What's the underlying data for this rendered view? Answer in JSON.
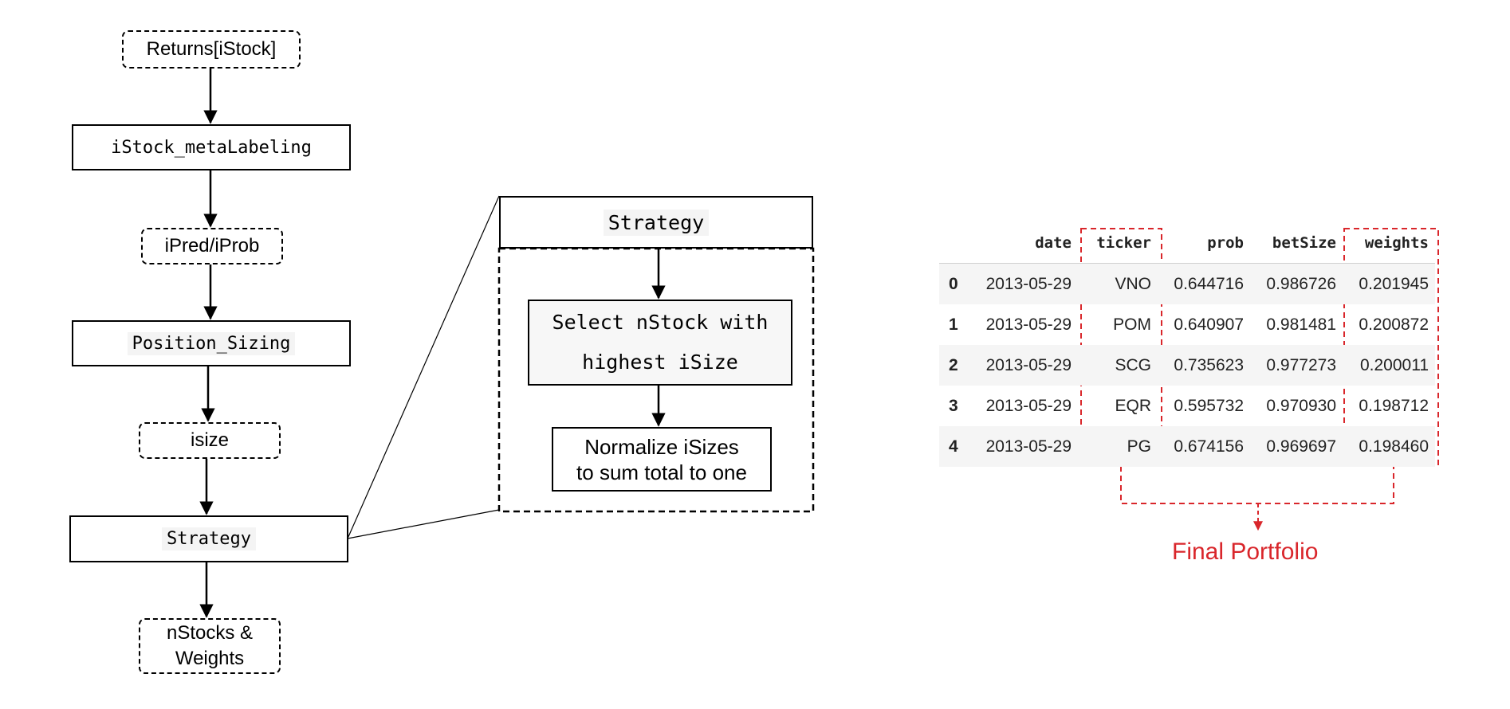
{
  "flow": {
    "returns": "Returns[iStock]",
    "meta_labeling": "iStock_metaLabeling",
    "pred_prob": "iPred/iProb",
    "position_sizing": "Position_Sizing",
    "isize": "isize",
    "strategy": "Strategy",
    "output_line1": "nStocks &",
    "output_line2": "Weights"
  },
  "detail": {
    "title": "Strategy",
    "select_line1": "Select nStock with",
    "select_line2": "highest iSize",
    "normalize_line1": "Normalize iSizes",
    "normalize_line2": "to sum total to one"
  },
  "table": {
    "headers": [
      "",
      "date",
      "ticker",
      "prob",
      "betSize",
      "weights"
    ],
    "rows": [
      [
        "0",
        "2013-05-29",
        "VNO",
        "0.644716",
        "0.986726",
        "0.201945"
      ],
      [
        "1",
        "2013-05-29",
        "POM",
        "0.640907",
        "0.981481",
        "0.200872"
      ],
      [
        "2",
        "2013-05-29",
        "SCG",
        "0.735623",
        "0.977273",
        "0.200011"
      ],
      [
        "3",
        "2013-05-29",
        "EQR",
        "0.595732",
        "0.970930",
        "0.198712"
      ],
      [
        "4",
        "2013-05-29",
        "PG",
        "0.674156",
        "0.969697",
        "0.198460"
      ]
    ]
  },
  "caption": "Final Portfolio",
  "colors": {
    "highlight": "#d9262b",
    "stroke": "#000000"
  }
}
